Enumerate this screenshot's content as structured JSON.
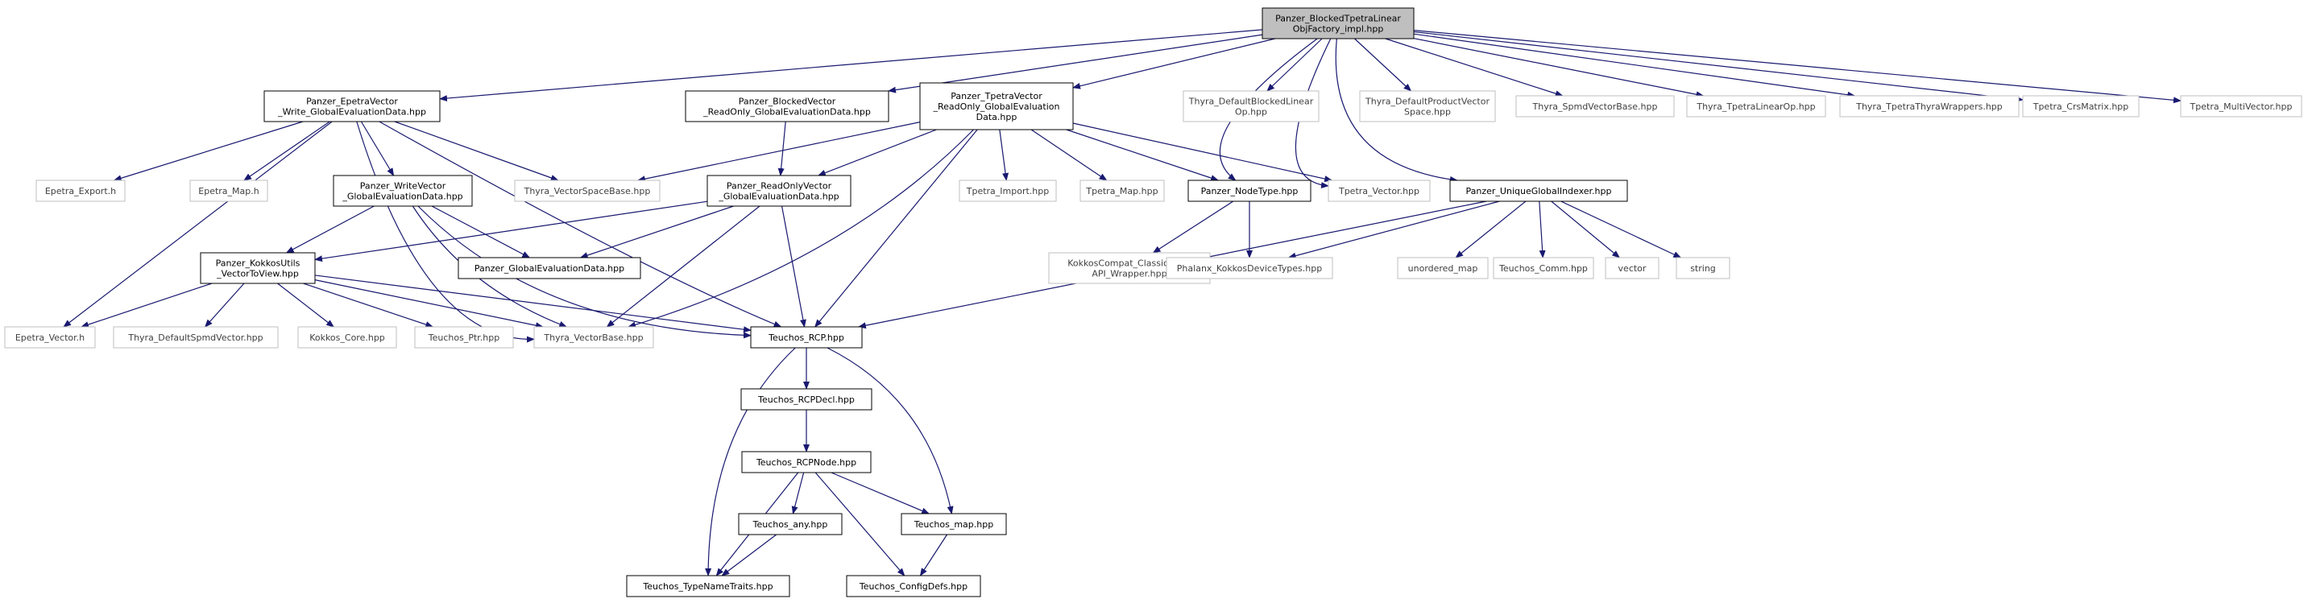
{
  "colors": {
    "root_fill": "#bfbfbf",
    "documented_border": "#000000",
    "external_border": "#bfbfbf",
    "external_text": "#404040",
    "edge": "#191970",
    "background": "#ffffff"
  },
  "nodes": {
    "root": [
      "Panzer_BlockedTpetraLinear",
      "ObjFactory_impl.hpp"
    ],
    "epetra_write_ged": [
      "Panzer_EpetraVector",
      "_Write_GlobalEvaluationData.hpp"
    ],
    "blocked_ro_ged": [
      "Panzer_BlockedVector",
      "_ReadOnly_GlobalEvaluationData.hpp"
    ],
    "tpetra_ro_ged": [
      "Panzer_TpetraVector",
      "_ReadOnly_GlobalEvaluation",
      "Data.hpp"
    ],
    "thyra_default_blocked_linear_op": [
      "Thyra_DefaultBlockedLinear",
      "Op.hpp"
    ],
    "thyra_default_product_vector_space": [
      "Thyra_DefaultProductVector",
      "Space.hpp"
    ],
    "thyra_spmd_vector_base": [
      "Thyra_SpmdVectorBase.hpp"
    ],
    "thyra_tpetra_linear_op": [
      "Thyra_TpetraLinearOp.hpp"
    ],
    "thyra_tpetra_thyra_wrappers": [
      "Thyra_TpetraThyraWrappers.hpp"
    ],
    "tpetra_crs_matrix": [
      "Tpetra_CrsMatrix.hpp"
    ],
    "tpetra_multi_vector": [
      "Tpetra_MultiVector.hpp"
    ],
    "epetra_export": [
      "Epetra_Export.h"
    ],
    "epetra_map": [
      "Epetra_Map.h"
    ],
    "write_vector_ged": [
      "Panzer_WriteVector",
      "_GlobalEvaluationData.hpp"
    ],
    "thyra_vector_space_base": [
      "Thyra_VectorSpaceBase.hpp"
    ],
    "readonly_vector_ged": [
      "Panzer_ReadOnlyVector",
      "_GlobalEvaluationData.hpp"
    ],
    "tpetra_import": [
      "Tpetra_Import.hpp"
    ],
    "tpetra_map": [
      "Tpetra_Map.hpp"
    ],
    "node_type": [
      "Panzer_NodeType.hpp"
    ],
    "tpetra_vector": [
      "Tpetra_Vector.hpp"
    ],
    "unique_global_indexer": [
      "Panzer_UniqueGlobalIndexer.hpp"
    ],
    "kokkos_utils_vector_to_view": [
      "Panzer_KokkosUtils",
      "_VectorToView.hpp"
    ],
    "global_evaluation_data": [
      "Panzer_GlobalEvaluationData.hpp"
    ],
    "kokkos_compat_classic_node": [
      "KokkosCompat_ClassicNode",
      "API_Wrapper.hpp"
    ],
    "phalanx_kokkos_device_types": [
      "Phalanx_KokkosDeviceTypes.hpp"
    ],
    "unordered_map": [
      "unordered_map"
    ],
    "teuchos_comm": [
      "Teuchos_Comm.hpp"
    ],
    "vector": [
      "vector"
    ],
    "string": [
      "string"
    ],
    "epetra_vector": [
      "Epetra_Vector.h"
    ],
    "thyra_default_spmd_vector": [
      "Thyra_DefaultSpmdVector.hpp"
    ],
    "kokkos_core": [
      "Kokkos_Core.hpp"
    ],
    "teuchos_ptr": [
      "Teuchos_Ptr.hpp"
    ],
    "thyra_vector_base": [
      "Thyra_VectorBase.hpp"
    ],
    "teuchos_rcp": [
      "Teuchos_RCP.hpp"
    ],
    "teuchos_rcp_decl": [
      "Teuchos_RCPDecl.hpp"
    ],
    "teuchos_rcp_node": [
      "Teuchos_RCPNode.hpp"
    ],
    "teuchos_any": [
      "Teuchos_any.hpp"
    ],
    "teuchos_map": [
      "Teuchos_map.hpp"
    ],
    "teuchos_type_name_traits": [
      "Teuchos_TypeNameTraits.hpp"
    ],
    "teuchos_config_defs": [
      "Teuchos_ConfigDefs.hpp"
    ]
  }
}
